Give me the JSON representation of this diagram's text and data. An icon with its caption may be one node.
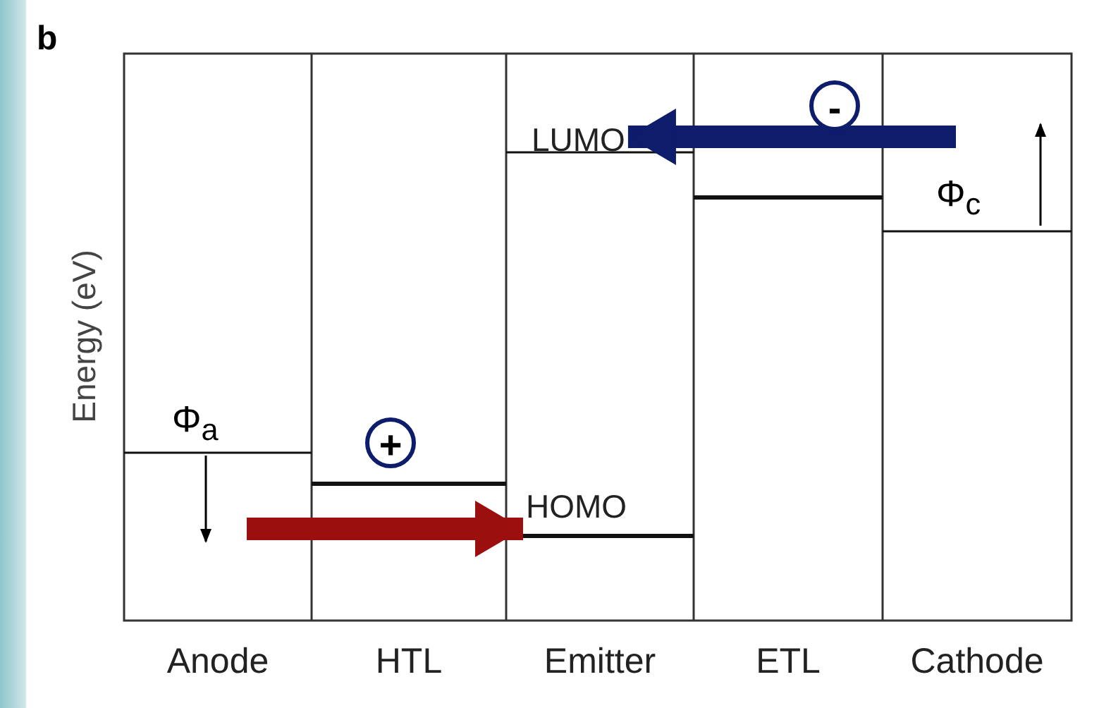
{
  "diagram": {
    "nodes": [
      {
        "text": [
          "Anode"
        ]
      },
      {
        "text": [
          "HTL"
        ]
      },
      {
        "text": [
          "Emitter"
        ]
      },
      {
        "text": [
          "ETL"
        ]
      },
      {
        "text": [
          "Cathode"
        ]
      },
      {
        "text": [
          "LUMO"
        ],
        "in": 2
      },
      {
        "text": [
          "HOMO"
        ],
        "in": 2
      },
      {
        "text": [
          "+"
        ],
        "in": 1
      },
      {
        "text": [
          "-"
        ],
        "in": 3
      }
    ],
    "edges": [
      {
        "from": null,
        "to": 6,
        "arrow": "to",
        "color": "#9b0f0f"
      },
      {
        "from": null,
        "to": 5,
        "arrow": "to",
        "color": "#0d1d6b"
      }
    ],
    "labels": [
      "b",
      "Energy (eV)",
      "Φ$_{a}$",
      "Φ$_{c}$"
    ]
  }
}
